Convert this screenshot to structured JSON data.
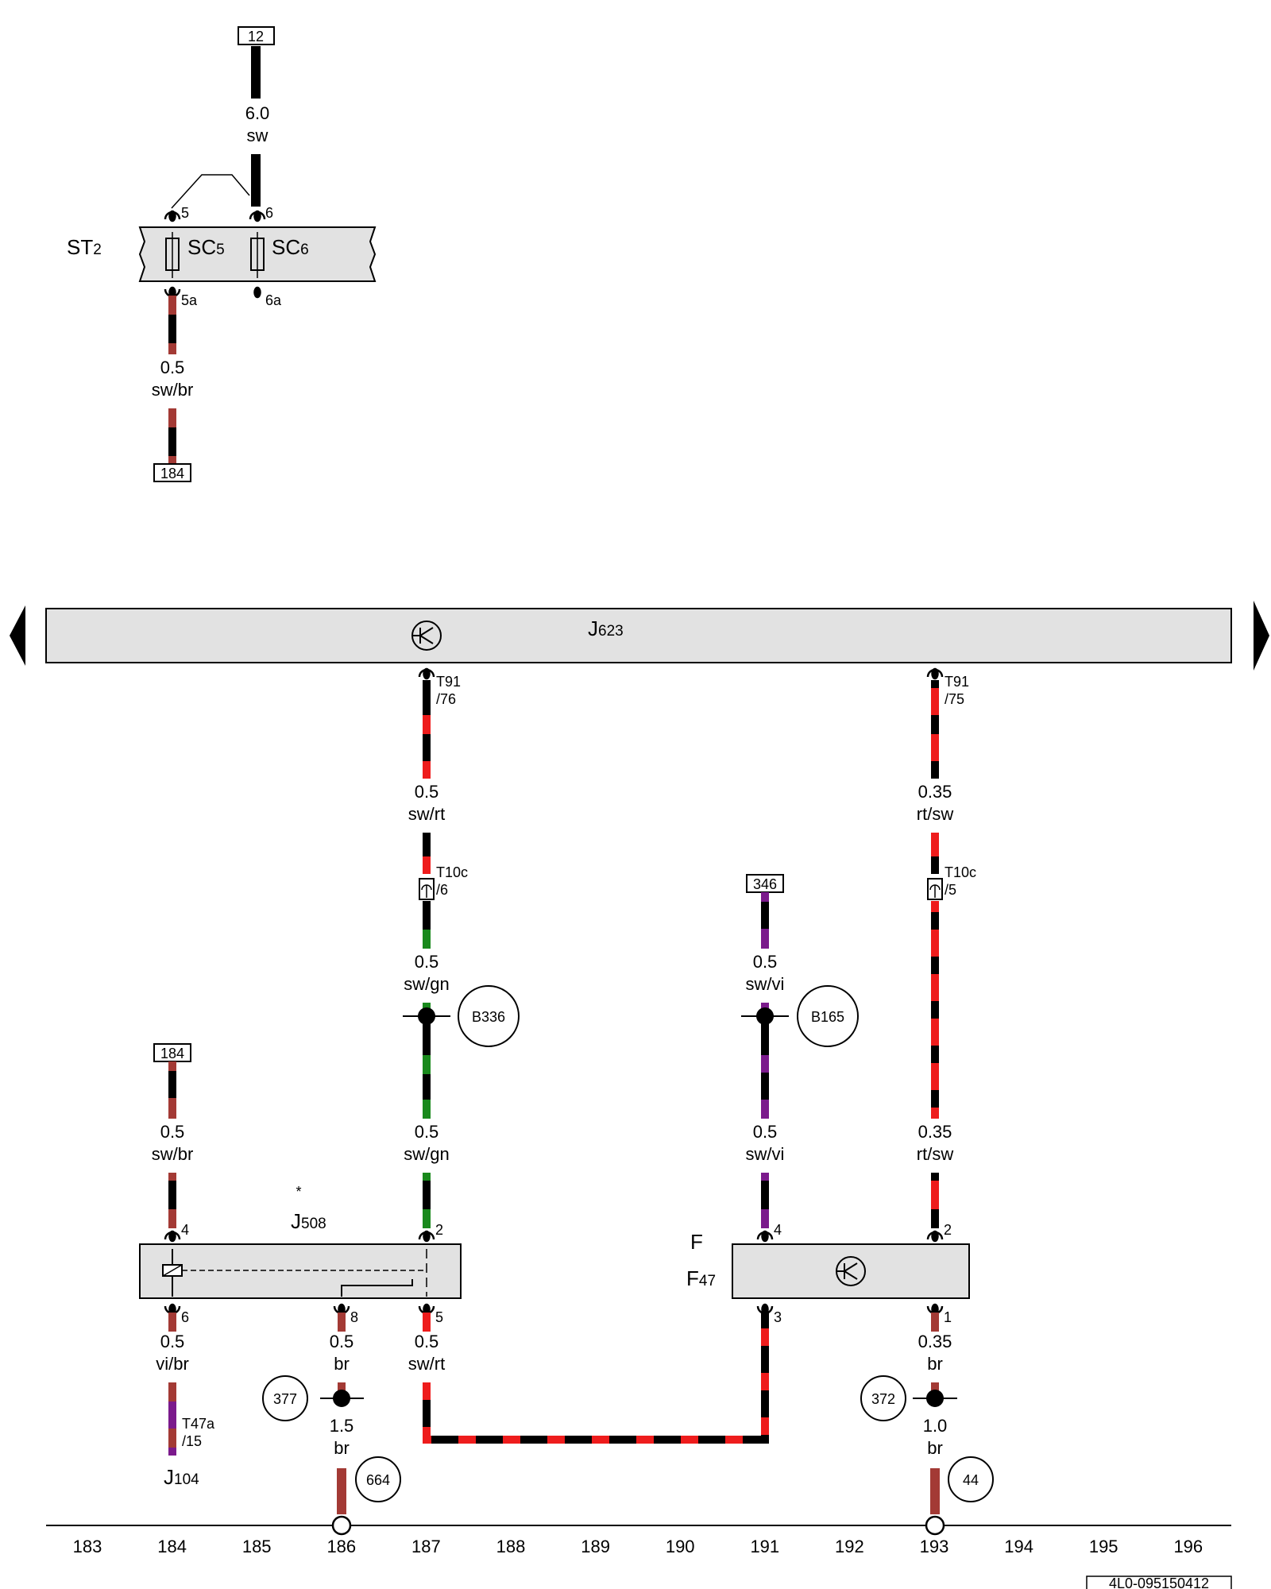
{
  "colors": {
    "sw": "#000000",
    "rt": "#ee1c1c",
    "br": "#a33a35",
    "gn": "#19891c",
    "vi": "#7b1a8c",
    "component_fill": "#e2e2e2"
  },
  "refs": {
    "r12": "12",
    "r184a": "184",
    "r184b": "184",
    "r346": "346"
  },
  "st2": {
    "label": "ST",
    "label_sub": "2",
    "sc5": "SC",
    "sc5_sub": "5",
    "sc6": "SC",
    "sc6_sub": "6",
    "pin5": "5",
    "pin6": "6",
    "pin5a": "5a",
    "pin6a": "6a"
  },
  "j623": {
    "label": "J",
    "label_sub": "623"
  },
  "j508": {
    "label": "J",
    "label_sub": "508",
    "note": "*",
    "pin4": "4",
    "pin2": "2",
    "pin6": "6",
    "pin8": "8",
    "pin5": "5"
  },
  "f47": {
    "label_f": "F",
    "label": "F",
    "label_sub": "47",
    "pin4": "4",
    "pin2": "2",
    "pin3": "3",
    "pin1": "1"
  },
  "j104": {
    "label": "J",
    "label_sub": "104"
  },
  "wires": {
    "w12": {
      "gauge": "6.0",
      "color": "sw"
    },
    "w5a": {
      "gauge": "0.5",
      "color": "sw/br"
    },
    "w76": {
      "gauge": "0.5",
      "color": "sw/rt"
    },
    "w75": {
      "gauge": "0.35",
      "color": "rt/sw"
    },
    "wgn1": {
      "gauge": "0.5",
      "color": "sw/gn"
    },
    "wvi1": {
      "gauge": "0.5",
      "color": "sw/vi"
    },
    "w184": {
      "gauge": "0.5",
      "color": "sw/br"
    },
    "wgn2": {
      "gauge": "0.5",
      "color": "sw/gn"
    },
    "wvi2": {
      "gauge": "0.5",
      "color": "sw/vi"
    },
    "w75b": {
      "gauge": "0.35",
      "color": "rt/sw"
    },
    "wj6": {
      "gauge": "0.5",
      "color": "vi/br"
    },
    "wj8": {
      "gauge": "0.5",
      "color": "br"
    },
    "wj5": {
      "gauge": "0.5",
      "color": "sw/rt"
    },
    "wf1": {
      "gauge": "0.35",
      "color": "br"
    },
    "wg15": {
      "gauge": "1.5",
      "color": "br"
    },
    "wg10": {
      "gauge": "1.0",
      "color": "br"
    }
  },
  "connectors": {
    "t91_76": {
      "name": "T91",
      "pin": "/76"
    },
    "t91_75": {
      "name": "T91",
      "pin": "/75"
    },
    "t10c_6": {
      "name": "T10c",
      "pin": "/6"
    },
    "t10c_5": {
      "name": "T10c",
      "pin": "/5"
    },
    "t47a": {
      "name": "T47a",
      "pin": "/15"
    }
  },
  "points": {
    "b336": "B336",
    "b165": "B165",
    "p377": "377",
    "p372": "372",
    "p664": "664",
    "p44": "44"
  },
  "grid": [
    "183",
    "184",
    "185",
    "186",
    "187",
    "188",
    "189",
    "190",
    "191",
    "192",
    "193",
    "194",
    "195",
    "196"
  ],
  "doc_code": "4L0-095150412"
}
